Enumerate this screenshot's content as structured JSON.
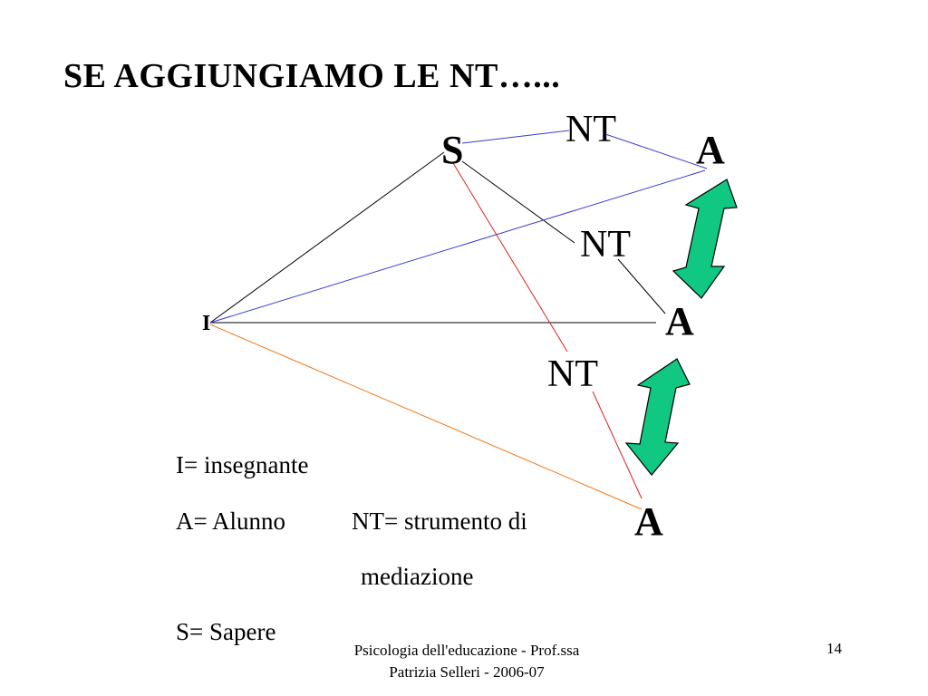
{
  "slide": {
    "title": "SE AGGIUNGIAMO LE NT…...",
    "footer_line1": "Psicologia dell'educazione - Prof.ssa",
    "footer_line2": "Patrizia Selleri - 2006-07",
    "page_number": "14"
  },
  "diagram": {
    "labels": {
      "s": "S",
      "nt_top": "NT",
      "a_top": "A",
      "nt_mid": "NT",
      "i": "I",
      "a_mid": "A",
      "nt_low": "NT",
      "a_bottom": "A"
    },
    "colors": {
      "black_line": "#000000",
      "blue_line": "#3a3ad0",
      "red_line": "#e02020",
      "orange_line": "#f07818",
      "arrow_fill": "#10c882",
      "arrow_stroke": "#000000"
    }
  },
  "legend": {
    "i_def": "I= insegnante",
    "a_def": "A= Alunno",
    "nt_def_line1": "NT= strumento di",
    "nt_def_line2": "mediazione",
    "s_def": "S= Sapere"
  }
}
